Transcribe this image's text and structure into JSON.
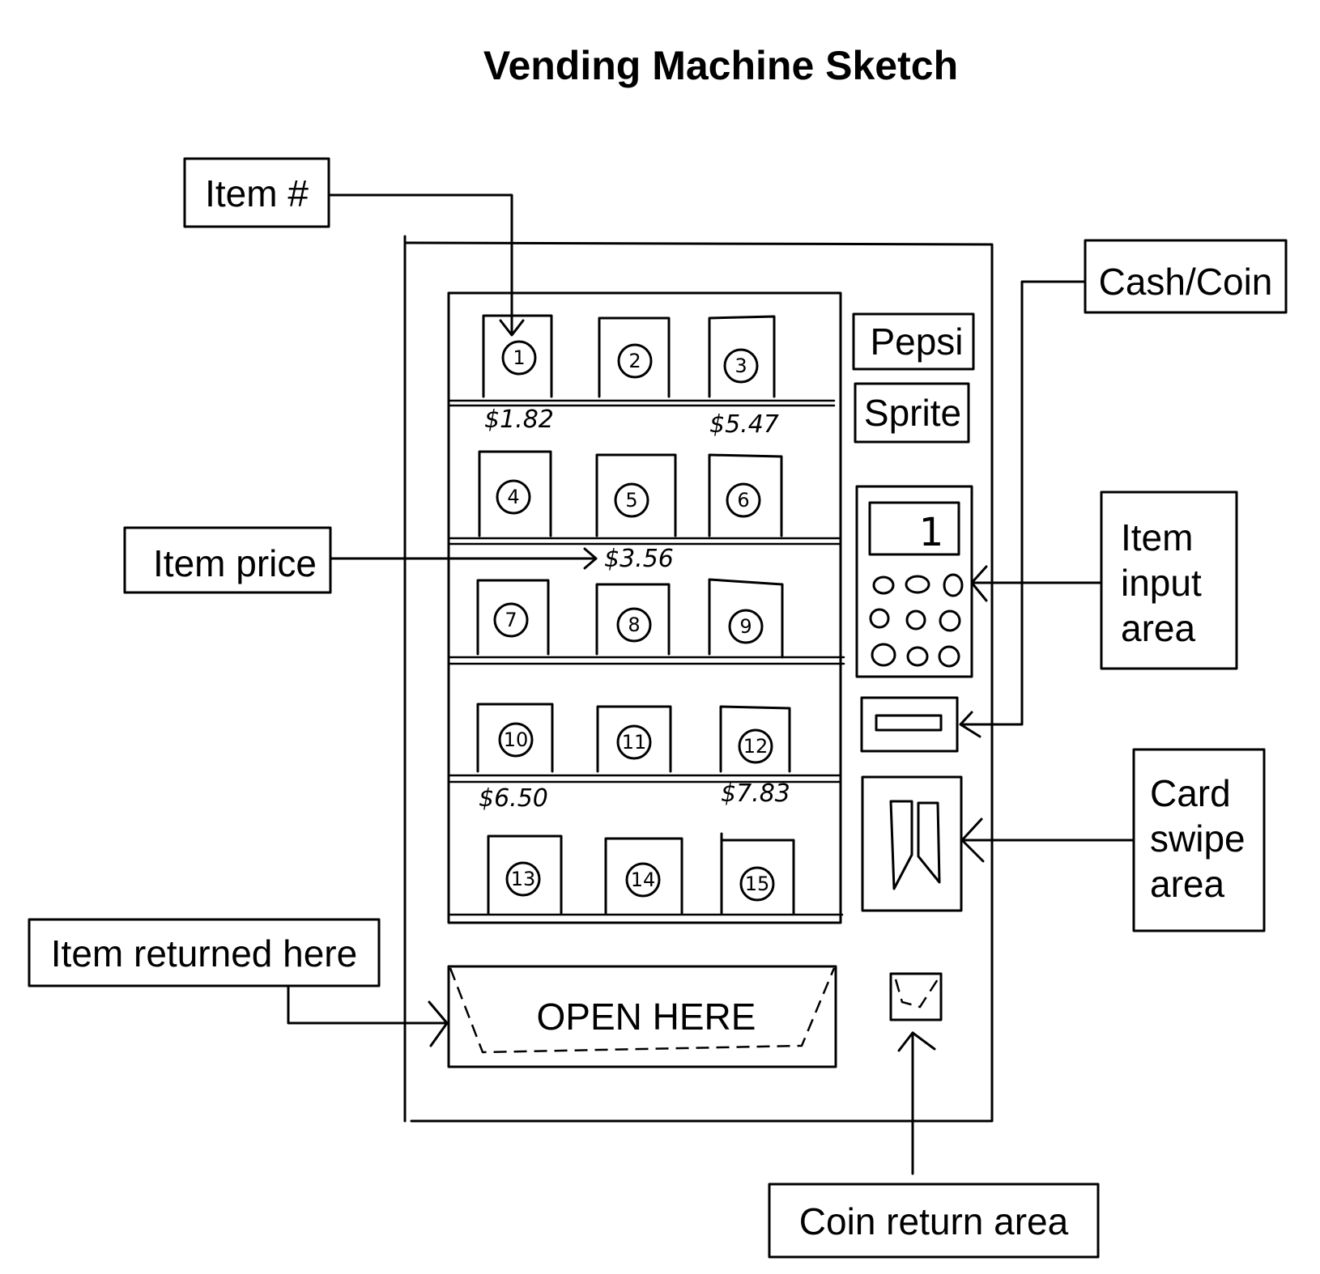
{
  "title": "Vending Machine Sketch",
  "callouts": {
    "item_number": "Item #",
    "item_price": "Item price",
    "item_returned": "Item returned here",
    "cash_coin": "Cash/Coin",
    "item_input_area": [
      "Item",
      "input",
      "area"
    ],
    "card_swipe_area": [
      "Card",
      "swipe",
      "area"
    ],
    "coin_return_area": "Coin return area"
  },
  "items": [
    "1",
    "2",
    "3",
    "4",
    "5",
    "6",
    "7",
    "8",
    "9",
    "10",
    "11",
    "12",
    "13",
    "14",
    "15"
  ],
  "prices": [
    "$1.82",
    "$5.47",
    "$3.56",
    "$6.50",
    "$7.83"
  ],
  "brand_buttons": [
    "Pepsi",
    "Sprite"
  ],
  "keypad_display": "1",
  "tray_label": "OPEN HERE"
}
